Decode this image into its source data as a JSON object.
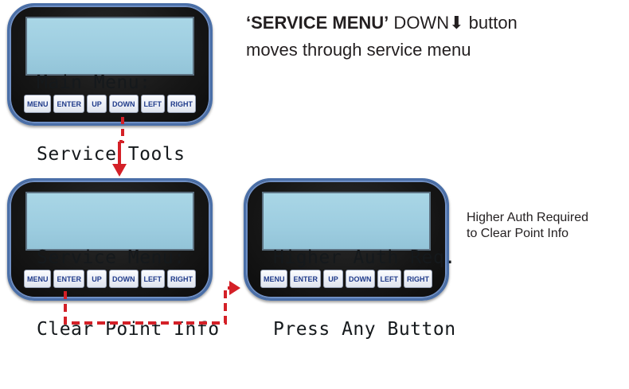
{
  "panels": [
    {
      "id": "main",
      "screen_lines": [
        "Main Menu:",
        "Service Tools"
      ],
      "buttons": [
        "MENU",
        "ENTER",
        "UP",
        "DOWN",
        "LEFT",
        "RIGHT"
      ]
    },
    {
      "id": "service",
      "screen_lines": [
        "Service Menu:",
        "Clear Point Info"
      ],
      "buttons": [
        "MENU",
        "ENTER",
        "UP",
        "DOWN",
        "LEFT",
        "RIGHT"
      ]
    },
    {
      "id": "auth",
      "screen_lines": [
        "Higher Auth Req.",
        "Press Any Button"
      ],
      "buttons": [
        "MENU",
        "ENTER",
        "UP",
        "DOWN",
        "LEFT",
        "RIGHT"
      ]
    }
  ],
  "annotations": {
    "top_bold": "‘SERVICE MENU’",
    "top_rest": " DOWN⬇ button",
    "top_line2": "moves through service menu",
    "right_line1": "Higher Auth Required",
    "right_line2": "to Clear Point Info"
  },
  "colors": {
    "arrow": "#d42027",
    "bezel_border": "#4a6fa8",
    "lcd": "#9dcde0",
    "button_text": "#1f3a8a"
  }
}
